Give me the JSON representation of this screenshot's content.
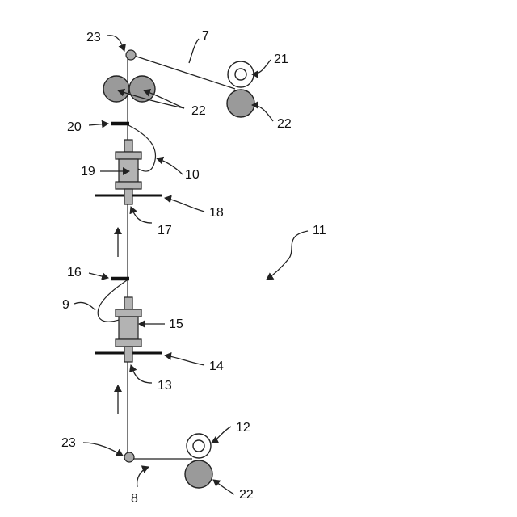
{
  "labels": {
    "l7": "7",
    "l8": "8",
    "l9": "9",
    "l10": "10",
    "l11": "11",
    "l12": "12",
    "l13": "13",
    "l14": "14",
    "l15": "15",
    "l16": "16",
    "l17": "17",
    "l18": "18",
    "l19": "19",
    "l20": "20",
    "l21": "21",
    "l22_top_pair": "22",
    "l22_top_right": "22",
    "l22_bottom": "22",
    "l23_top": "23",
    "l23_bottom": "23"
  },
  "colors": {
    "line": "#222222",
    "dark_roll": "#9a9a9a",
    "spool": "#b3b3b3",
    "background": "#ffffff"
  }
}
